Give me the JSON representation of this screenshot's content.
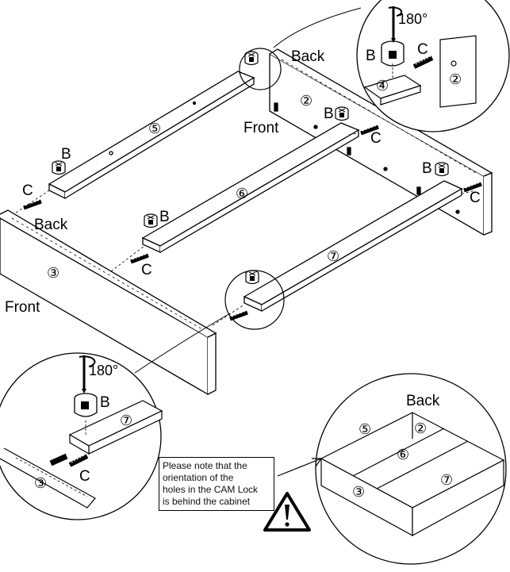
{
  "labels": {
    "back_top": "Back",
    "front_top": "Front",
    "back_left": "Back",
    "front_left": "Front",
    "back_zoom": "Back",
    "b": "B",
    "c": "C",
    "rotation_top": "180°",
    "rotation_bottom": "180°"
  },
  "parts": {
    "p2": "②",
    "p3": "③",
    "p4": "④",
    "p5": "⑤",
    "p6": "⑥",
    "p7": "⑦"
  },
  "note": {
    "lines": [
      "Please note that the",
      "orientation of the",
      "holes in the CAM Lock",
      "is behind the cabinet"
    ]
  },
  "icons": {
    "warning": "warning-triangle-icon",
    "screwdriver": "screwdriver-icon",
    "cam_lock": "cam-lock-icon",
    "dowel": "cam-bolt-icon"
  }
}
